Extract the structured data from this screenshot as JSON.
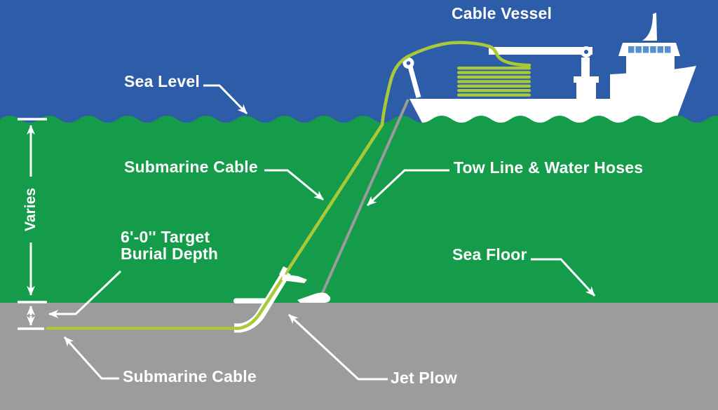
{
  "labels": {
    "cable_vessel": "Cable Vessel",
    "sea_level": "Sea Level",
    "submarine_cable_upper": "Submarine Cable",
    "tow_line_water_hoses": "Tow Line & Water Hoses",
    "target_burial_depth_line1": "6'-0'' Target",
    "target_burial_depth_line2": "Burial Depth",
    "sea_floor": "Sea Floor",
    "varies": "Varies",
    "submarine_cable_lower": "Submarine Cable",
    "jet_plow": "Jet Plow"
  },
  "colors": {
    "sky_blue": "#2d5da9",
    "water_green": "#149c4a",
    "seafloor_gray": "#9c9c9c",
    "cable_green": "#a9c938",
    "tow_line_gray": "#9b9b9b",
    "label_white": "#ffffff",
    "window_blue": "#5590cf"
  }
}
